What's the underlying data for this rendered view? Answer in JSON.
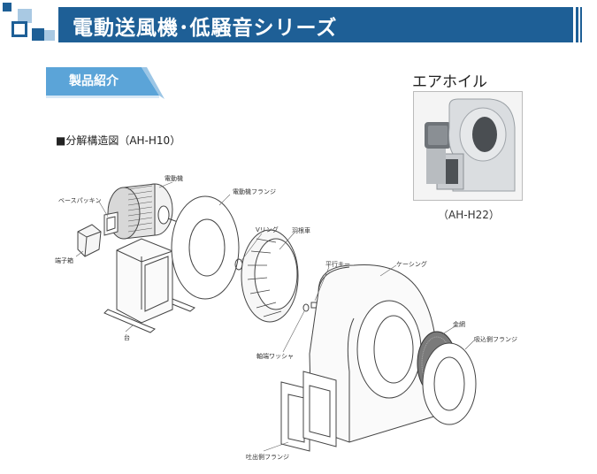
{
  "header": {
    "title": "電動送風機･低騒音シリーズ"
  },
  "section_tab": {
    "label": "製品紹介"
  },
  "diagram": {
    "title": "■分解構造図（AH-H10）",
    "labels": {
      "motor": "電動機",
      "base_packing": "ベースパッキン",
      "motor_flange": "電動機フランジ",
      "v_ring": "Vリング",
      "impeller": "羽根車",
      "terminal_box": "端子箱",
      "parallel_key": "平行キー",
      "casing": "ケーシング",
      "stand": "台",
      "washer": "軸端ワッシャ",
      "wire_mesh": "金網",
      "suction_flange": "吸込側フランジ",
      "discharge_flange": "吐出側フランジ"
    }
  },
  "photo": {
    "title": "エアホイル",
    "caption": "（AH-H22）"
  },
  "colors": {
    "header_blue": "#1e5f96",
    "tab_blue": "#5ba4d8",
    "logo_light": "#a9c9e3"
  }
}
